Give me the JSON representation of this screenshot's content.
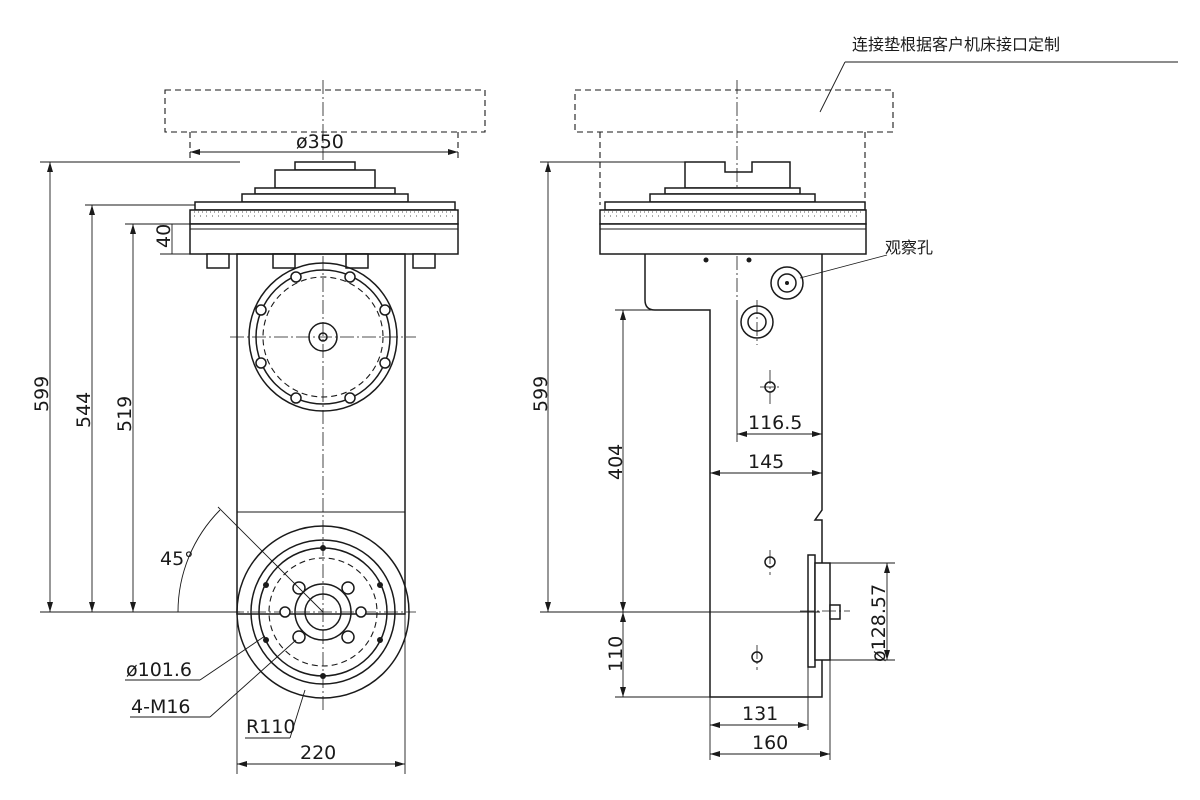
{
  "annotations": {
    "interface_note": "连接垫根据客户机床接口定制",
    "observation_hole": "观察孔"
  },
  "front_view": {
    "dia_350": "ø350",
    "dim_40": "40",
    "dim_599": "599",
    "dim_544": "544",
    "dim_519": "519",
    "angle_45": "45°",
    "dia_101_6": "ø101.6",
    "thread_4_m16": "4-M16",
    "radius_110": "R110",
    "width_220": "220"
  },
  "side_view": {
    "dim_599": "599",
    "dim_404": "404",
    "dim_110": "110",
    "dim_116_5": "116.5",
    "dim_145": "145",
    "dim_131": "131",
    "dim_160": "160",
    "dia_128_57": "ø128.57"
  }
}
